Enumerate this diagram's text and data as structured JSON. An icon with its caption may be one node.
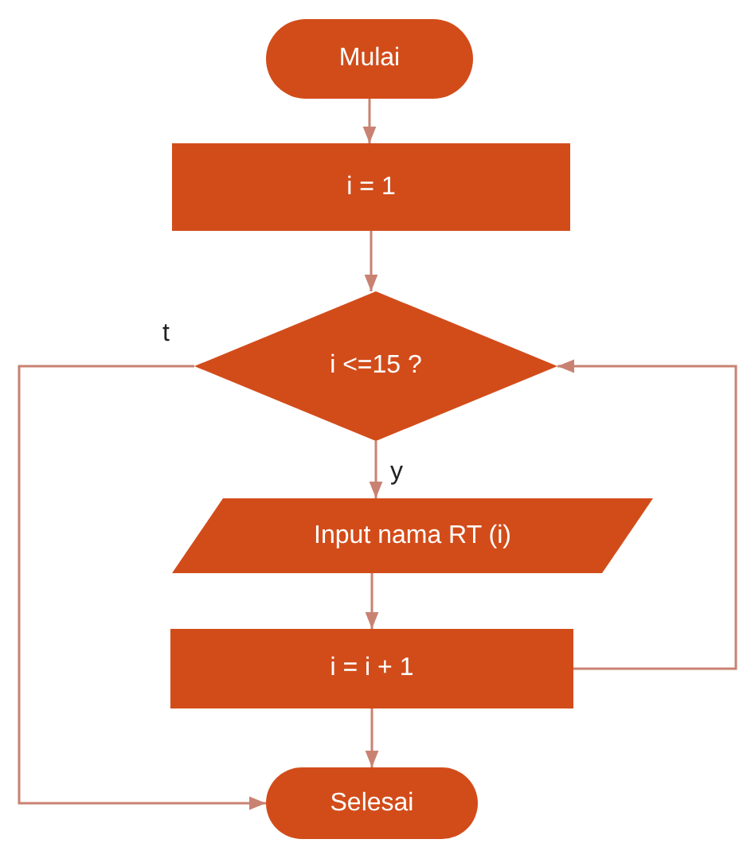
{
  "diagram": {
    "nodes": [
      {
        "text": [
          "Mulai"
        ]
      },
      {
        "text": [
          "i = 1"
        ]
      },
      {
        "text": [
          "i <=15 ?"
        ]
      },
      {
        "text": [
          "Input nama RT (i)"
        ]
      },
      {
        "text": [
          "i = i + 1"
        ]
      },
      {
        "text": [
          "Selesai"
        ]
      }
    ],
    "edges": [
      {
        "from": 0,
        "to": 1,
        "arrow": "to"
      },
      {
        "from": 1,
        "to": 2,
        "arrow": "to"
      },
      {
        "from": 2,
        "to": 3,
        "label": "y",
        "arrow": "to"
      },
      {
        "from": 3,
        "to": 4,
        "arrow": "to"
      },
      {
        "from": 4,
        "to": 2,
        "arrow": "to"
      },
      {
        "from": 2,
        "to": 5,
        "label": "t",
        "arrow": "to"
      },
      {
        "from": 4,
        "to": 5,
        "arrow": "to"
      }
    ]
  }
}
